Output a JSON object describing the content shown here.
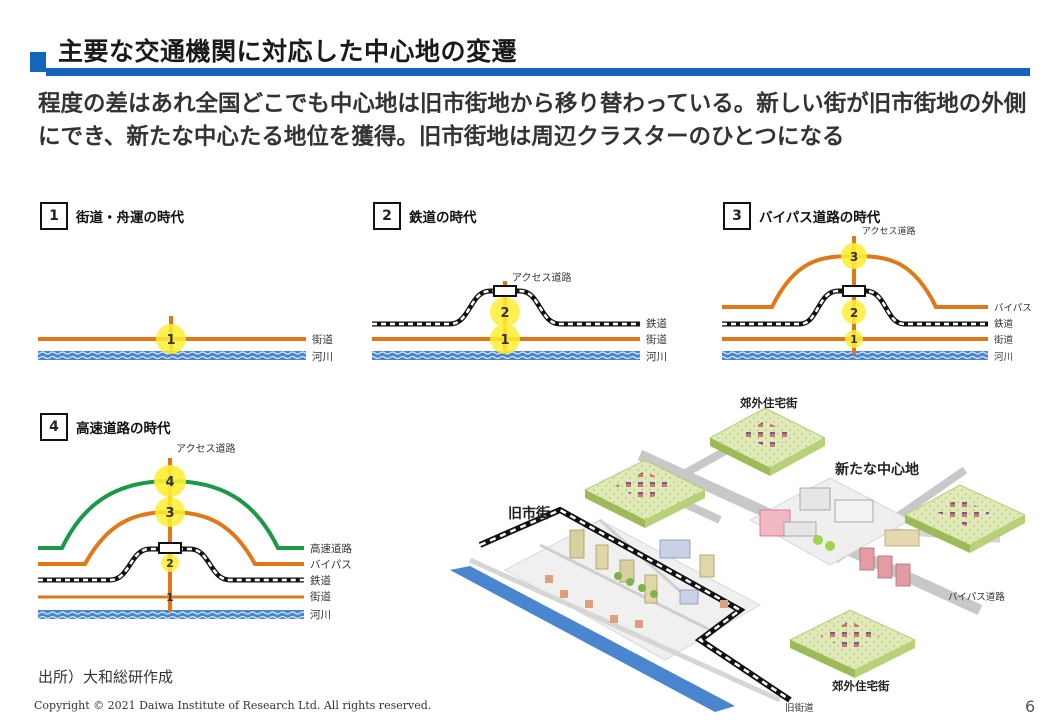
{
  "title": "主要な交通機関に対応した中心地の変遷",
  "subtitle": "程度の差はあれ全国どこでも中心地は旧市街地から移り替わっている。新しい街が旧市街地の外側にでき、新たな中心たる地位を獲得。旧市街地は周辺クラスターのひとつになる",
  "panels": [
    {
      "number": "1",
      "title": "街道・舟運の時代"
    },
    {
      "number": "2",
      "title": "鉄道の時代"
    },
    {
      "number": "3",
      "title": "バイパス道路の時代"
    },
    {
      "number": "4",
      "title": "高速道路の時代"
    }
  ],
  "line_labels": {
    "kaido": "街道",
    "kasen": "河川",
    "tetsudo": "鉄道",
    "access": "アクセス道路",
    "bypass": "バイパス",
    "kosoku": "高速道路"
  },
  "markers": [
    "1",
    "2",
    "3",
    "4"
  ],
  "map_labels": {
    "suburb_top": "郊外住宅街",
    "new_center": "新たな中心地",
    "old_town": "旧市街",
    "bypass_road": "バイパス道路",
    "suburb_bottom": "郊外住宅街",
    "old_road": "旧街道"
  },
  "colors": {
    "accent": "#1565b8",
    "road_orange": "#e07818",
    "highway_green": "#1a9a48",
    "river_blue": "#4a86cf",
    "marker_yellow": "#ffee33"
  },
  "source": "出所）大和総研作成",
  "copyright": "Copyright © 2021 Daiwa Institute of Research Ltd. All rights reserved.",
  "page_number": "6"
}
